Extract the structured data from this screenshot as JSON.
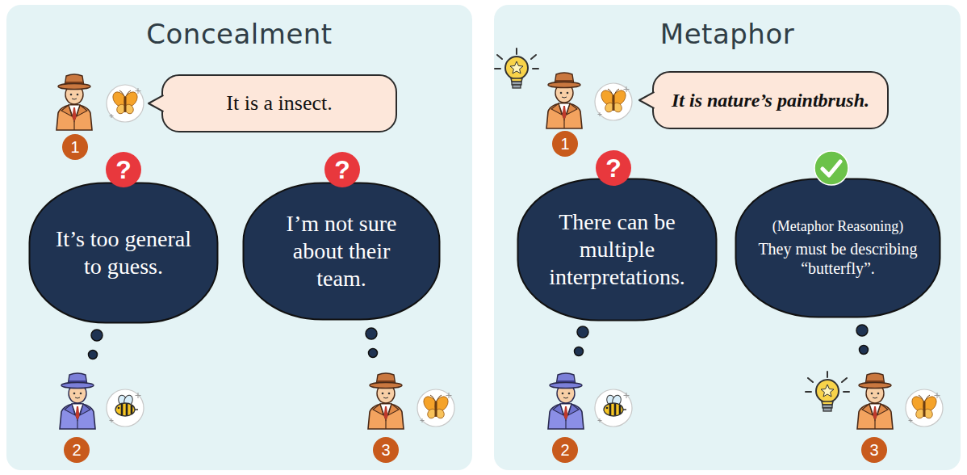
{
  "diagram": {
    "nodes": [
      {
        "text": [
          "Concealment"
        ]
      },
      {
        "text": [
          "It is a insect."
        ],
        "in": 0
      },
      {
        "text": [
          "It’s too general to guess."
        ],
        "in": 0
      },
      {
        "text": [
          "I’m not sure about their team."
        ],
        "in": 0
      },
      {
        "text": [
          "Metaphor"
        ]
      },
      {
        "text": [
          "It is nature’s paintbrush."
        ],
        "in": 4
      },
      {
        "text": [
          "There can be multiple interpretations."
        ],
        "in": 4
      },
      {
        "text": [
          "(Metaphor Reasoning)",
          "They must be describing “butterfly”."
        ],
        "in": 4
      }
    ],
    "labels": [
      "1",
      "?",
      "?",
      "2",
      "3",
      "1",
      "?",
      "2",
      "3"
    ]
  }
}
